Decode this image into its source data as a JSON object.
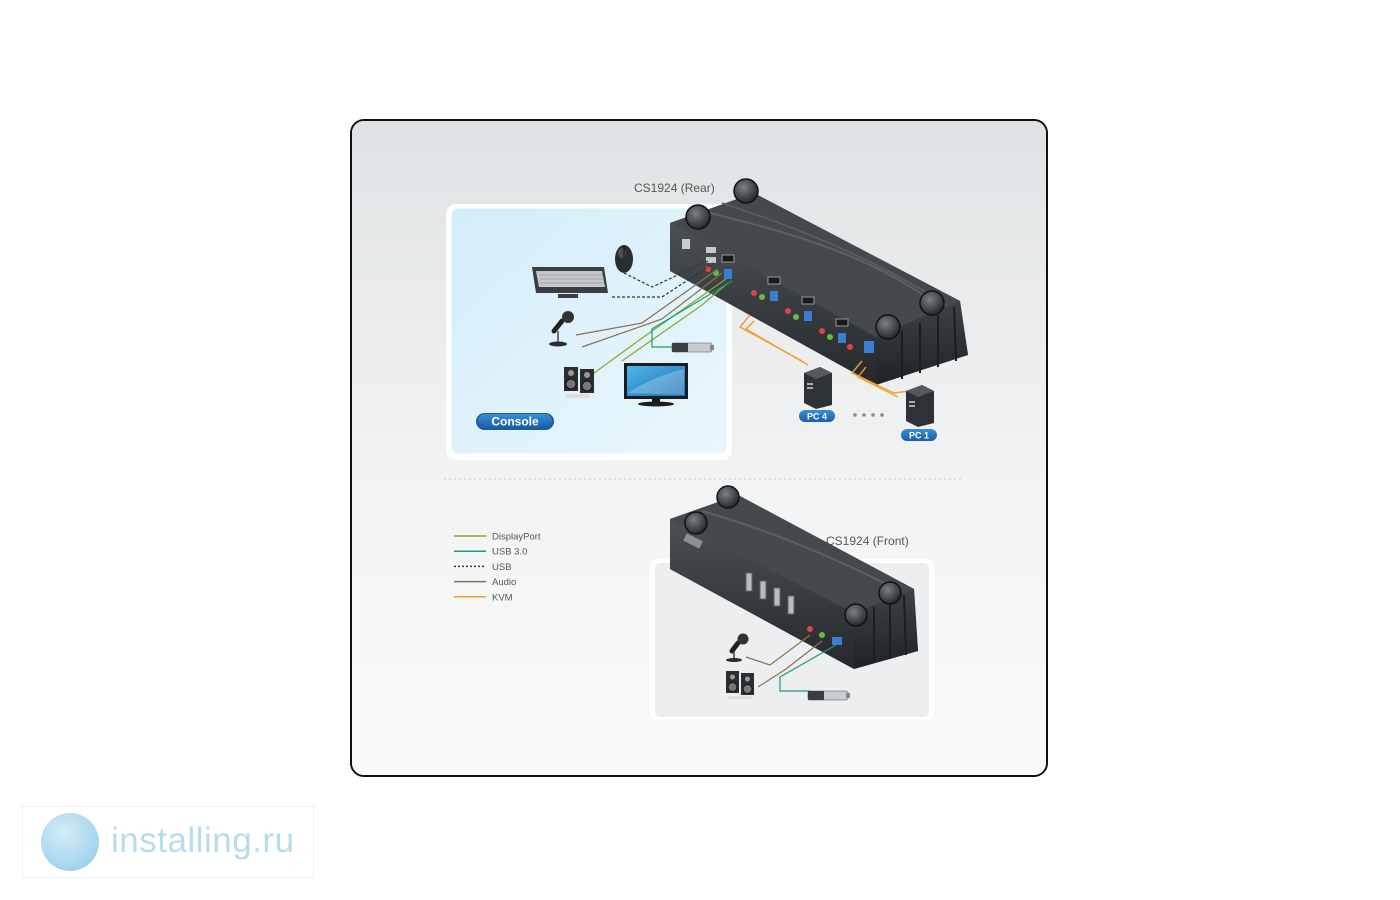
{
  "diagram": {
    "rear_title": "CS1924 (Rear)",
    "front_title": "CS1924 (Front)",
    "console_label": "Console",
    "pc_labels": [
      "PC 4",
      "PC 1"
    ],
    "legend": [
      {
        "label": "DisplayPort",
        "color": "#8aa91e",
        "style": "solid"
      },
      {
        "label": "USB 3.0",
        "color": "#1a9b7a",
        "style": "solid"
      },
      {
        "label": "USB",
        "color": "#333333",
        "style": "dashed"
      },
      {
        "label": "Audio",
        "color": "#8c7050",
        "style": "solid"
      },
      {
        "label": "KVM",
        "color": "#f0a030",
        "style": "solid"
      }
    ]
  },
  "watermark": {
    "text": "installing.ru"
  }
}
